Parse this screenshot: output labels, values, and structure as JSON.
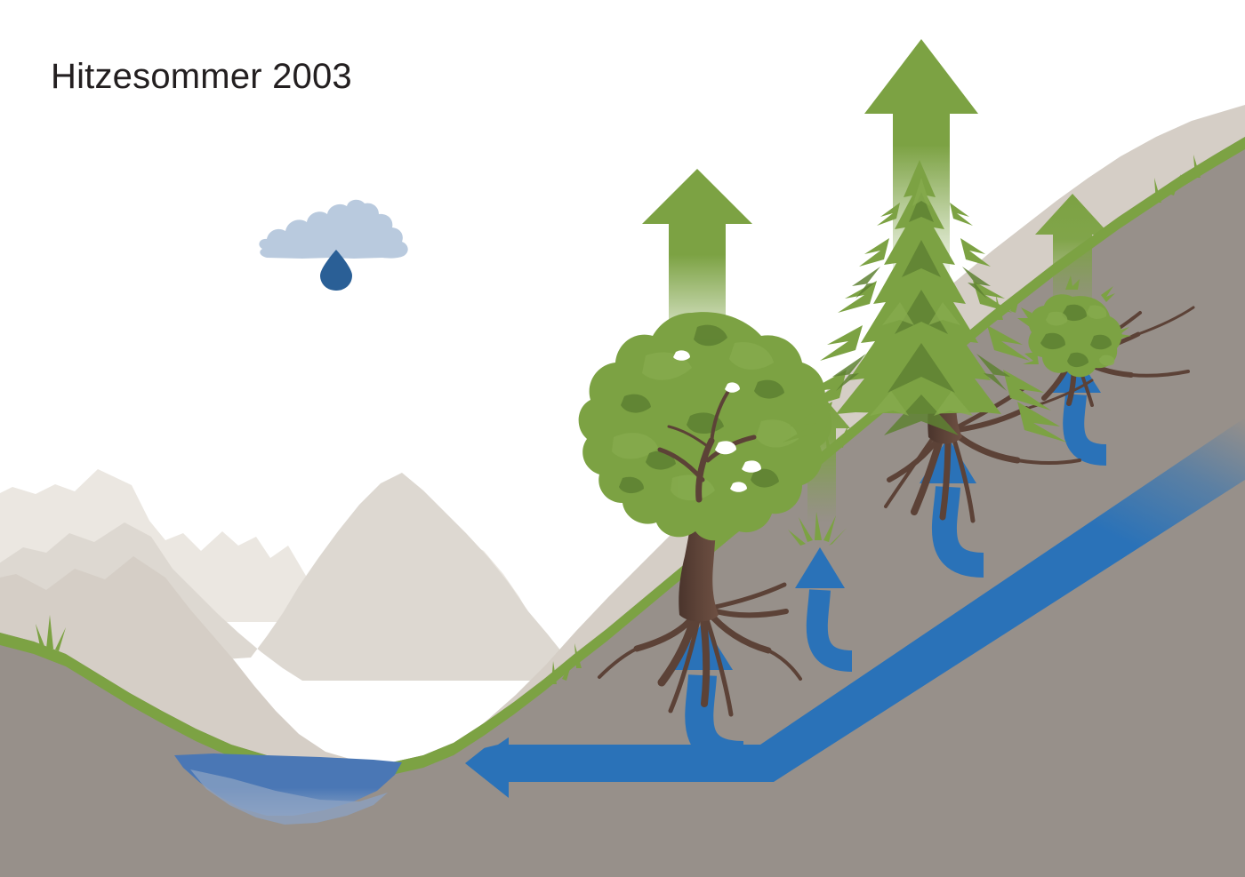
{
  "illustration": {
    "title": "Hitzesommer 2003",
    "subject": "Wasserhaushalt am Hang im Hitzesommer - Grundwasser, Wurzeln, Verdunstung",
    "colors": {
      "sky": "#ffffff",
      "title_text": "#231f20",
      "mountain_far": "#ebe7e1",
      "mountain_mid": "#ddd8d1",
      "mountain_near": "#d5cec6",
      "soil": "#97908a",
      "grass": "#7ca243",
      "foliage_light": "#86ab4d",
      "foliage_mid": "#7ca243",
      "foliage_dark": "#5f8233",
      "trunk": "#5c4237",
      "root": "#5c4237",
      "water_blue": "#2a72b8",
      "lake_blue": "#4a77b5",
      "lake_deep": "#7d97bd",
      "cloud": "#b9cade",
      "raindrop": "#2a5f96",
      "arrow_green_top": "#7ca243",
      "arrow_green_fade": "#ffffff"
    }
  },
  "sky": {
    "label": "sky-background",
    "cloud": {
      "label": "cloud",
      "fill": "#b9cade"
    },
    "raindrop": {
      "label": "raindrop",
      "count": 1,
      "fill": "#2a5f96"
    }
  },
  "terrain": {
    "mountains": [
      {
        "name": "far-ridge",
        "fill": "#ebe7e1"
      },
      {
        "name": "mid-ridge",
        "fill": "#ddd8d1"
      },
      {
        "name": "near-ridge",
        "fill": "#d5cec6"
      }
    ],
    "slope": {
      "name": "hillside-cross-section",
      "fill": "#97908a",
      "grass_edge_fill": "#7ca243",
      "direction": "rising to the right"
    },
    "lake": {
      "name": "valley-lake-groundwater",
      "surface_fill": "#4a77b5",
      "deep_fill": "#7d97bd"
    }
  },
  "vegetation": [
    {
      "id": "deciduous-tree",
      "label": "Laubbaum",
      "type": "broadleaf-tree",
      "size": "large",
      "has_roots": true,
      "water_uptake_arrow": true,
      "evaporation_arrow": "large"
    },
    {
      "id": "grass-patch",
      "label": "Gras",
      "type": "grass",
      "size": "small",
      "has_roots": false,
      "water_uptake_arrow": true,
      "evaporation_arrow": "small"
    },
    {
      "id": "conifer-tree",
      "label": "Nadelbaum",
      "type": "conifer",
      "size": "large",
      "has_roots": true,
      "water_uptake_arrow": true,
      "evaporation_arrow": "largest"
    },
    {
      "id": "shrub",
      "label": "Strauch",
      "type": "shrub",
      "size": "small",
      "has_roots": true,
      "water_uptake_arrow": true,
      "evaporation_arrow": "medium"
    }
  ],
  "flows": {
    "evaporation_arrows": {
      "name": "transpiration-evaporation-arrows",
      "count": 4,
      "direction": "upward",
      "color_top": "#7ca243",
      "fades_to": "transparent"
    },
    "groundwater_stream": {
      "name": "groundwater-flow-band",
      "color": "#2a72b8",
      "direction": "downhill from upper right to valley lake on the left",
      "outlet_arrow": "points left into lake"
    },
    "uptake_arrows": {
      "name": "root-water-uptake-arrows",
      "count": 4,
      "direction": "upward into roots",
      "color": "#2a72b8"
    }
  }
}
